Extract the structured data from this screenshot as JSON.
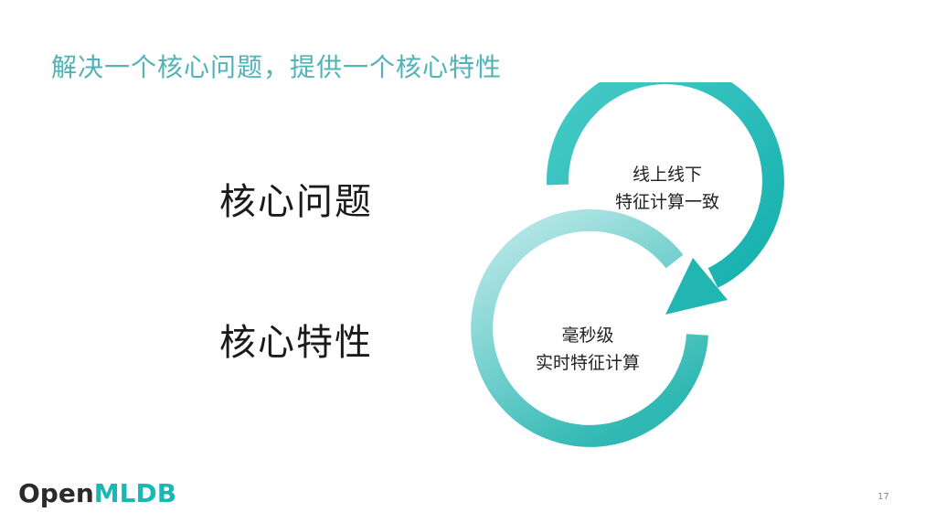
{
  "slide": {
    "title": "解决一个核心问题，提供一个核心特性",
    "key_terms": {
      "problem": "核心问题",
      "feature": "核心特性"
    },
    "cycle": {
      "top_ring": {
        "line1": "线上线下",
        "line2": "特征计算一致"
      },
      "bottom_ring": {
        "line1": "毫秒级",
        "line2": "实时特征计算"
      }
    },
    "logo": {
      "part1": "Open",
      "part2": "MLDB"
    },
    "page_number": "17"
  },
  "colors": {
    "title": "#4fb3b8",
    "ring_top_start": "#3fc7c4",
    "ring_top_end": "#1cb3b0",
    "ring_bottom_start": "#b4e6e6",
    "ring_bottom_end": "#3bbdb8",
    "logo_accent": "#17b8b5"
  }
}
